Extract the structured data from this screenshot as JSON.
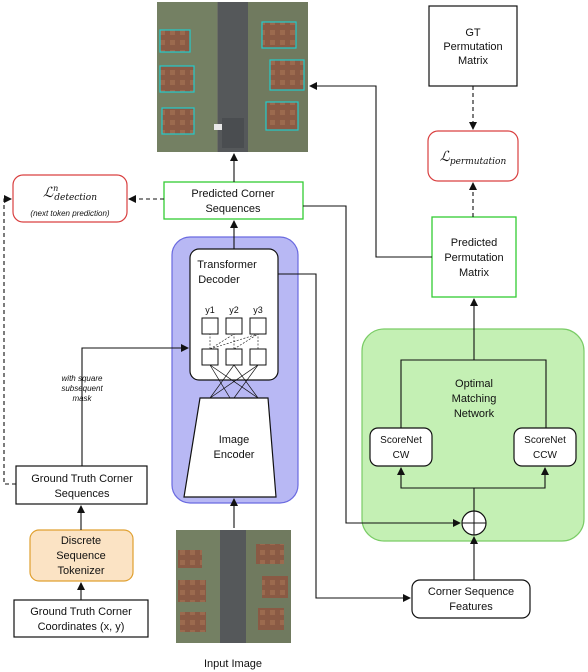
{
  "nodes": {
    "gt_perm": [
      "GT",
      "Permutation",
      "Matrix"
    ],
    "loss_perm": {
      "main": "ℒ",
      "sub": "permutation"
    },
    "loss_det": {
      "main": "ℒ",
      "sup": "n",
      "sub": "detection",
      "note": "(next token prediction)"
    },
    "pred_corner": [
      "Predicted Corner",
      "Sequences"
    ],
    "pred_perm": [
      "Predicted",
      "Permutation",
      "Matrix"
    ],
    "transformer_decoder": [
      "Transformer",
      "Decoder"
    ],
    "tokens": [
      "y1",
      "y2",
      "y3"
    ],
    "image_encoder": [
      "Image",
      "Encoder"
    ],
    "mask_note": [
      "with square",
      "subsequent",
      "mask"
    ],
    "gt_corner_seq": [
      "Ground Truth Corner",
      "Sequences"
    ],
    "tokenizer": [
      "Discrete",
      "Sequence",
      "Tokenizer"
    ],
    "gt_coords": [
      "Ground Truth Corner",
      "Coordinates (x, y)"
    ],
    "input_image": "Input Image",
    "omn": [
      "Optimal",
      "Matching",
      "Network"
    ],
    "scorenet_cw": [
      "ScoreNet",
      "CW"
    ],
    "scorenet_ccw": [
      "ScoreNet",
      "CCW"
    ],
    "corner_features": [
      "Corner Sequence",
      "Features"
    ]
  },
  "colors": {
    "green_box": "#33cc33",
    "red_box": "#d94040",
    "orange_fill": "#fbe3c4",
    "orange_stroke": "#e0a030",
    "blue_fill": "#b8b8f4",
    "blue_stroke": "#6a6ae0",
    "green_fill": "#c4f0b4",
    "green_stroke": "#7acc66"
  },
  "icons": {
    "aerial_image": "aerial-image",
    "sum_node": "circled-plus"
  }
}
